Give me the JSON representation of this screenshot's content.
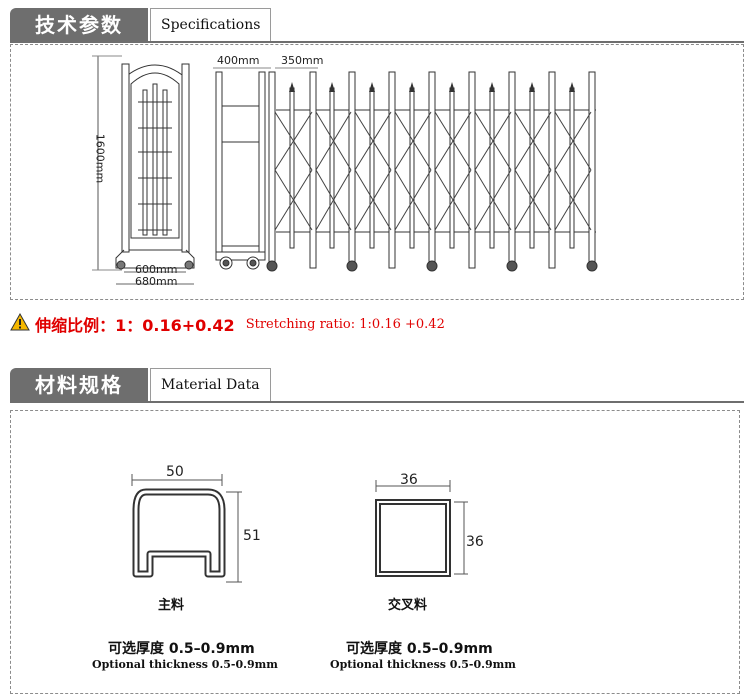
{
  "specs_section": {
    "title_cn": "技术参数",
    "title_en": "Specifications",
    "dimensions": {
      "top_left": "400mm",
      "top_right": "350mm",
      "height": "1600mm",
      "bottom_inner": "600mm",
      "bottom_outer": "680mm"
    }
  },
  "stretch_ratio": {
    "label_cn": "伸缩比例：1：0.16+0.42",
    "label_en": "Stretching ratio: 1:0.16 +0.42",
    "icon": "warning-icon",
    "color": "#e00000"
  },
  "material_section": {
    "title_cn": "材料规格",
    "title_en": "Material Data",
    "main_profile": {
      "width": "50",
      "height": "51",
      "name_cn": "主料",
      "thickness_cn": "可选厚度 0.5–0.9mm",
      "thickness_en": "Optional thickness 0.5-0.9mm"
    },
    "cross_profile": {
      "width": "36",
      "height": "36",
      "name_cn": "交叉料",
      "thickness_cn": "可选厚度 0.5–0.9mm",
      "thickness_en": "Optional thickness 0.5-0.9mm"
    }
  }
}
